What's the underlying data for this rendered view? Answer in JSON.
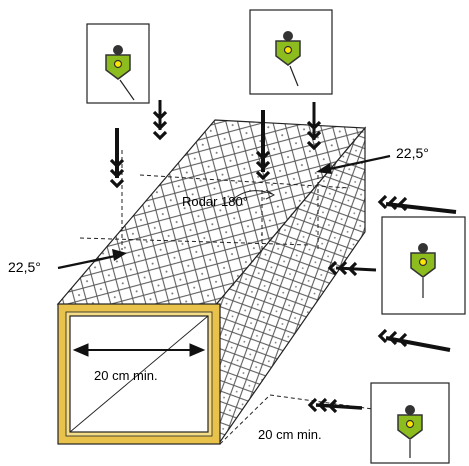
{
  "labels": {
    "angle_top": "22,5°",
    "angle_left": "22,5°",
    "rotate": "Rodar 180°",
    "width_front": "20 cm min.",
    "width_bottom": "20 cm min."
  },
  "colors": {
    "frame_gold": "#e8c24a",
    "target_green": "#8cbc1e",
    "target_dot": "#ffe600",
    "arrow": "#111111",
    "hatch": "#555555"
  },
  "icons": [
    "camera-target-icon",
    "triple-chevron-arrow-icon",
    "dimension-arrow-icon"
  ]
}
